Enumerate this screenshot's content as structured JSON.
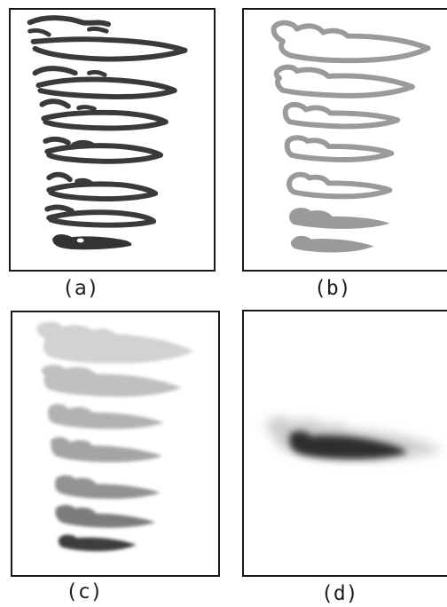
{
  "captions": {
    "a": "(a)",
    "b": "(b)",
    "c": "(c)",
    "d": "(d)"
  },
  "colors": {
    "outline_dark": "#3a3a3a",
    "outline_gray": "#9a9a9a",
    "fill_light": "#d6d6d6",
    "fill_dark": "#333333",
    "border": "#1a1a1a"
  }
}
